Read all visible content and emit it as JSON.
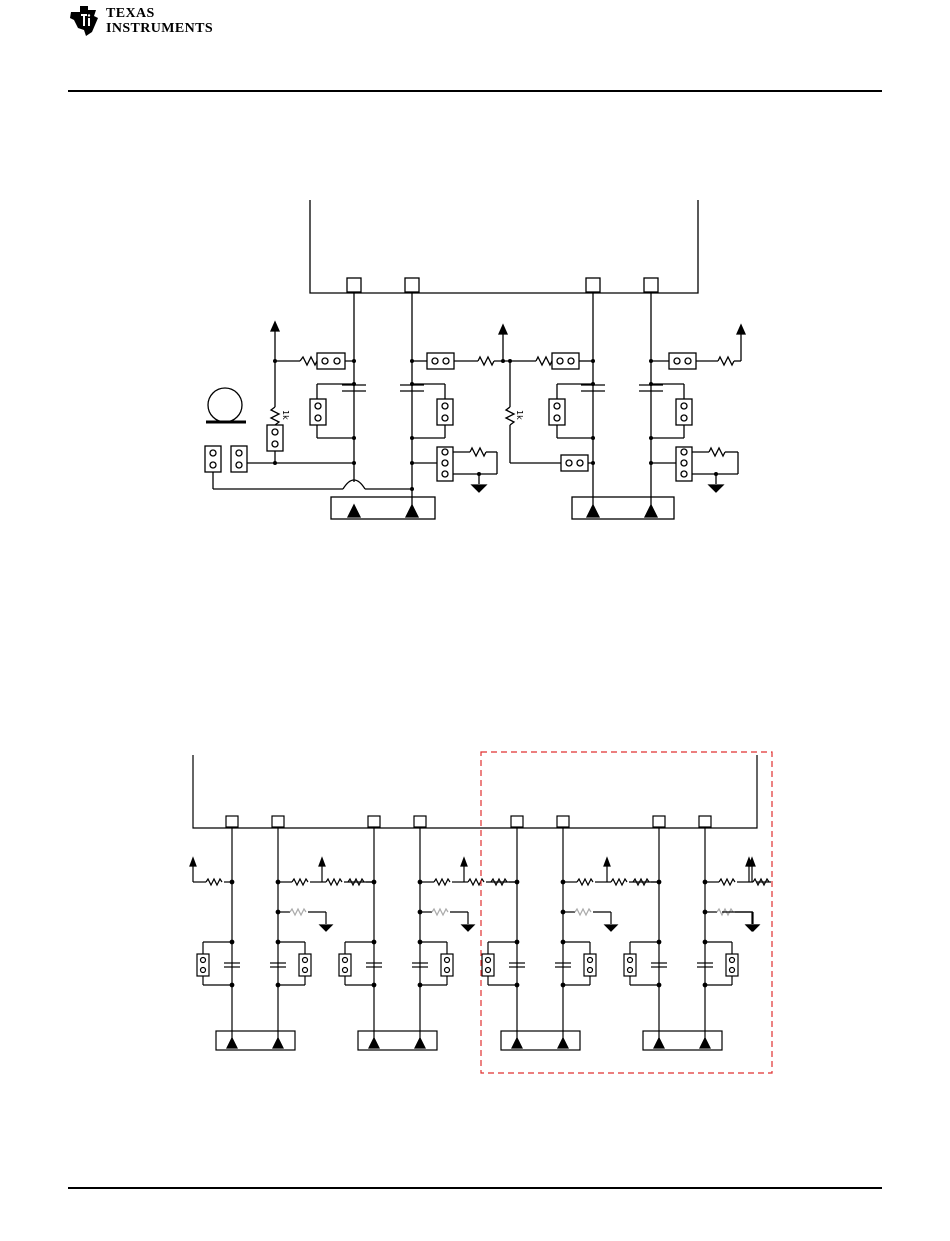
{
  "header": {
    "brand_line1": "TEXAS",
    "brand_line2": "INSTRUMENTS"
  },
  "figure1": {
    "resistor_label_left": "1k",
    "resistor_label_right": "1k"
  },
  "colors": {
    "line": "#000000",
    "dashed_box": "#e03030",
    "grey_resistor": "#aaaaaa"
  }
}
